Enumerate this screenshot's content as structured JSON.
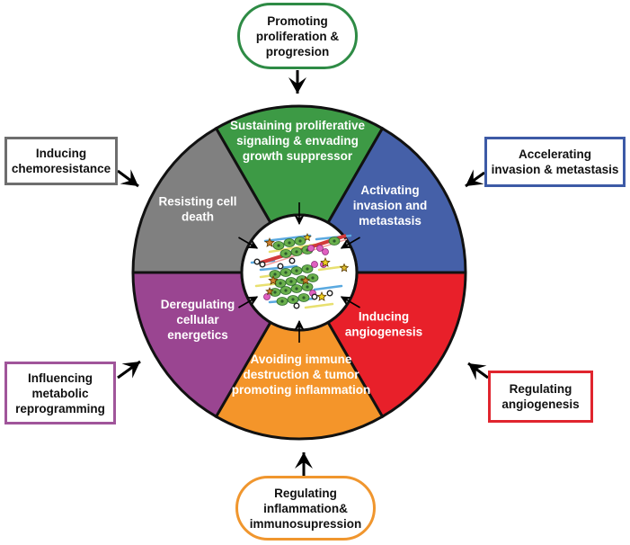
{
  "title": "Cancer hallmarks wheel",
  "segments": [
    {
      "id": "proliferative",
      "label": "Sustaining proliferative\nsignaling & envading\ngrowth suppressor",
      "color": "#3d9a45"
    },
    {
      "id": "invasion",
      "label": "Activating\ninvasion and\nmetastasis",
      "color": "#4560a8"
    },
    {
      "id": "angiogenesis",
      "label": "Inducing\nangiogenesis",
      "color": "#e8202a"
    },
    {
      "id": "immune",
      "label": "Avoiding immune\ndestruction & tumor\npromoting inflammation",
      "color": "#f4952a"
    },
    {
      "id": "energetics",
      "label": "Deregulating\ncellular\nenergetics",
      "color": "#9a4591"
    },
    {
      "id": "cell-death",
      "label": "Resisting cell\ndeath",
      "color": "#808080"
    }
  ],
  "outer_boxes": {
    "top": {
      "label": "Promoting\nproliferation &\nprogresion",
      "color": "#2e8b45"
    },
    "right_top": {
      "label": "Accelerating\ninvasion & metastasis",
      "color": "#3d5aa6"
    },
    "right_bottom": {
      "label": "Regulating\nangiogenesis",
      "color": "#e0252e"
    },
    "bottom": {
      "label": "Regulating\ninflammation&\nimmunosupression",
      "color": "#f0962e"
    },
    "left_bottom": {
      "label": "Influencing\nmetabolic\nreprogramming",
      "color": "#a0559a"
    },
    "left_top": {
      "label": "Inducing\nchemoresistance",
      "color": "#6e6e6e"
    }
  },
  "center": {
    "icon": "tumor-microenvironment-illustration"
  }
}
